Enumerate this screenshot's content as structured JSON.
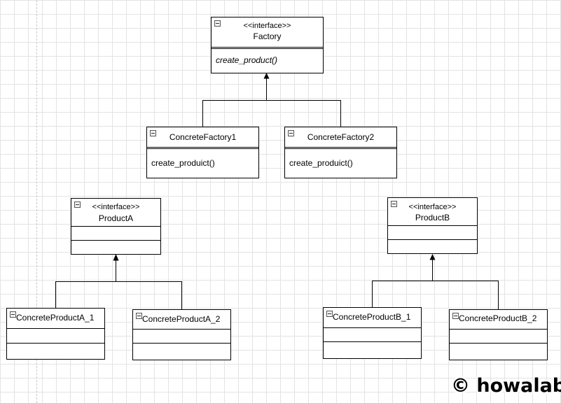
{
  "diagram": {
    "factory": {
      "stereotype": "<<interface>>",
      "name": "Factory",
      "method": "create_product()"
    },
    "concrete_factory_1": {
      "name": "ConcreteFactory1",
      "method": "create_produict()"
    },
    "concrete_factory_2": {
      "name": "ConcreteFactory2",
      "method": "create_produict()"
    },
    "product_a": {
      "stereotype": "<<interface>>",
      "name": "ProductA"
    },
    "product_b": {
      "stereotype": "<<interface>>",
      "name": "ProductB"
    },
    "concrete_product_a_1": {
      "name": "ConcreteProductA_1"
    },
    "concrete_product_a_2": {
      "name": "ConcreteProductA_2"
    },
    "concrete_product_b_1": {
      "name": "ConcreteProductB_1"
    },
    "concrete_product_b_2": {
      "name": "ConcreteProductB_2"
    }
  },
  "watermark": {
    "text": "© howalab"
  },
  "icons": {
    "collapse": "collapse-minus-icon",
    "arrow": "filled-triangle-arrowhead-icon"
  }
}
